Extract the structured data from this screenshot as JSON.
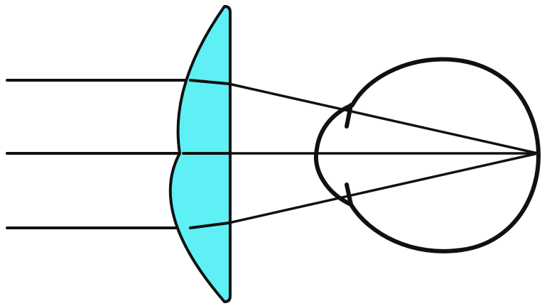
{
  "diagram": {
    "description_free": true,
    "colors": {
      "background": "#ffffff",
      "lens_fill": "#5ef0f5",
      "stroke": "#111111"
    },
    "elements": {
      "lens": "convex-lens",
      "eye": "eyeball",
      "rays": [
        "ray-top",
        "ray-middle",
        "ray-bottom"
      ]
    }
  }
}
